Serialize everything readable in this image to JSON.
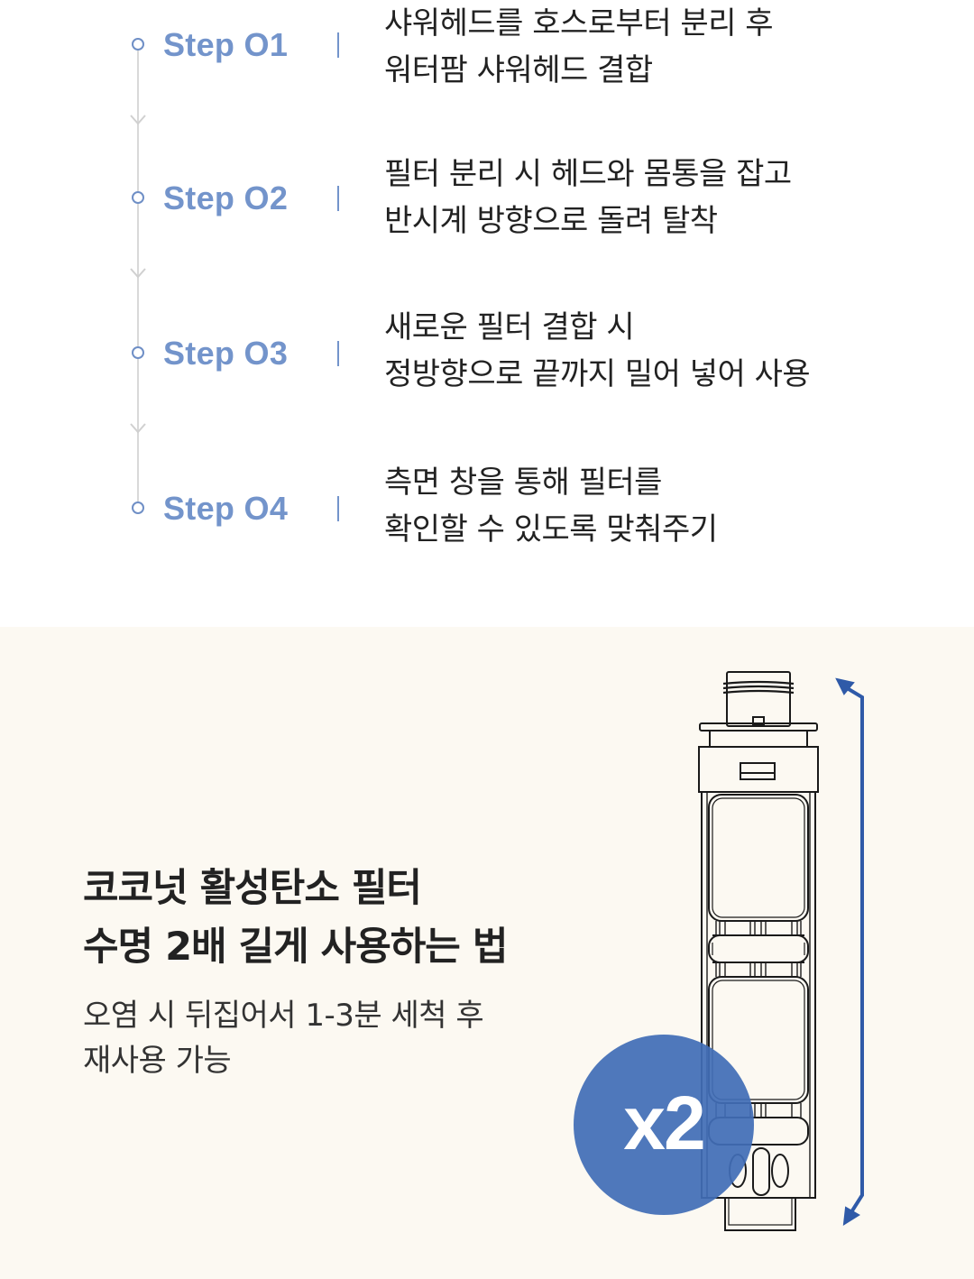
{
  "steps": [
    {
      "label": "Step O1",
      "line1": "샤워헤드를 호스로부터 분리 후",
      "line2": "워터팜 샤워헤드 결합"
    },
    {
      "label": "Step O2",
      "line1": "필터 분리 시 헤드와 몸통을 잡고",
      "line2": "반시계 방향으로 돌려 탈착"
    },
    {
      "label": "Step O3",
      "line1": "새로운 필터 결합 시",
      "line2": "정방향으로 끝까지 밀어 넣어 사용"
    },
    {
      "label": "Step O4",
      "line1": "측면 창을 통해 필터를",
      "line2": "확인할 수 있도록 맞춰주기"
    }
  ],
  "promo": {
    "title_line1": "코코넛 활성탄소 필터",
    "title_line2": "수명 2배 길게 사용하는 법",
    "subtitle_line1": "오염 시 뒤집어서 1-3분 세척 후",
    "subtitle_line2": "재사용 가능",
    "badge": "x2",
    "illustration": "filter-cartridge-icon",
    "flip_arrow": "flip-arrow-icon"
  },
  "colors": {
    "step_accent": "#7394cb",
    "timeline": "#d9d9d9",
    "promo_bg": "#fcf9f2",
    "badge": "#426eb7",
    "arrow": "#2f5aa8"
  }
}
